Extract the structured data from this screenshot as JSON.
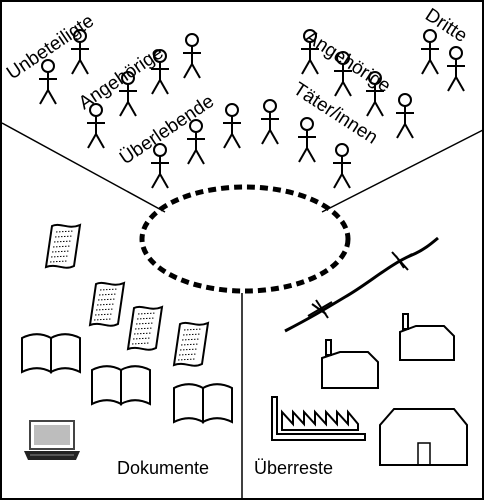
{
  "labels": {
    "unbeteiligte": "Unbeteiligte",
    "angehoerige_left": "Angehörige",
    "ueberlebende": "Überlebende",
    "angehoerige_right": "Angehörige",
    "dritte": "Dritte",
    "taeter": "Täter/innen",
    "dokumente": "Dokumente",
    "ueberreste": "Überreste"
  }
}
